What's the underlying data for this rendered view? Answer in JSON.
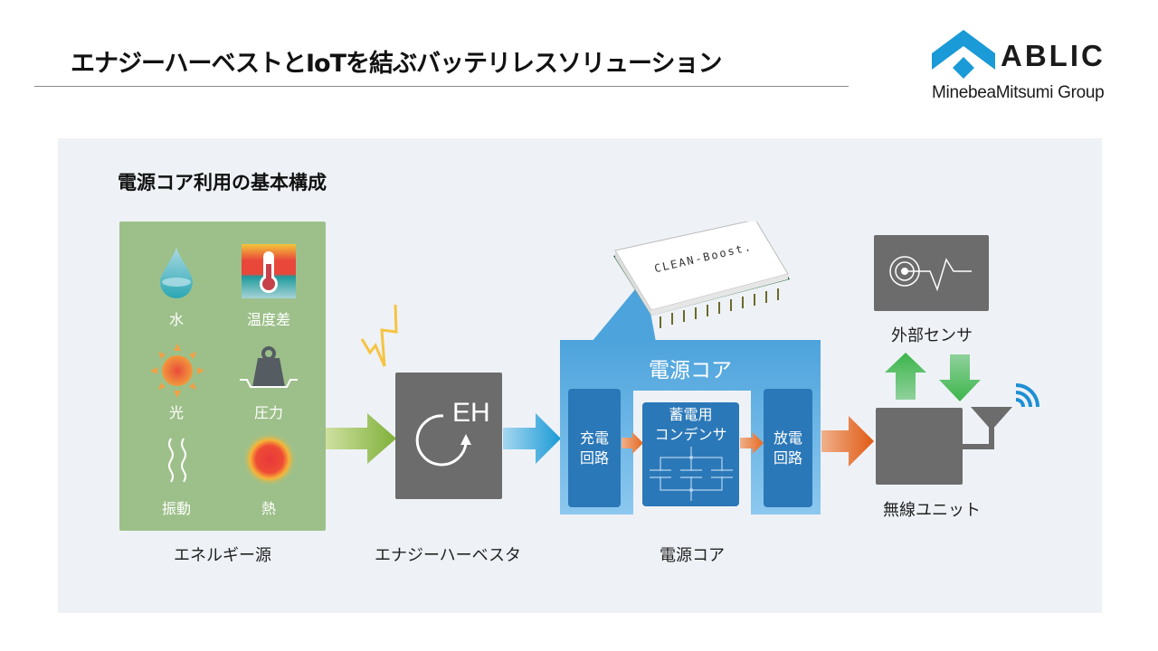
{
  "header": {
    "title": "エナジーハーベストとIoTを結ぶバッテリレスソリューション",
    "logo": {
      "brand": "ABLIC",
      "group": "MinebeaMitsumi Group",
      "brand_color": "#1a9ad6"
    }
  },
  "diagram": {
    "title": "電源コア利用の基本構成",
    "energy_sources": {
      "caption": "エネルギー源",
      "items": [
        {
          "label": "水",
          "icon": "water-drop-icon"
        },
        {
          "label": "温度差",
          "icon": "thermometer-icon"
        },
        {
          "label": "光",
          "icon": "sun-icon"
        },
        {
          "label": "圧力",
          "icon": "weight-icon"
        },
        {
          "label": "振動",
          "icon": "vibration-icon"
        },
        {
          "label": "熱",
          "icon": "heat-icon"
        }
      ]
    },
    "harvester": {
      "caption": "エナジーハーベスタ",
      "icon_text": "EH"
    },
    "power_core": {
      "caption": "電源コア",
      "title": "電源コア",
      "product_label": "CLEAN-Boost.",
      "blocks": {
        "charge": [
          "充電",
          "回路"
        ],
        "capacitor": [
          "蓄電用",
          "コンデンサ"
        ],
        "discharge": [
          "放電",
          "回路"
        ]
      }
    },
    "sensor": {
      "caption": "外部センサ"
    },
    "wireless": {
      "caption": "無線ユニット"
    }
  },
  "colors": {
    "panel_bg": "#eef2f6",
    "source_box": "#9dc08a",
    "device_gray": "#6b6c6b",
    "core_blue": "#4da3dc",
    "block_blue": "#2b78b8",
    "arrow_green": "#7fb03a",
    "arrow_blue": "#1a9ad6",
    "arrow_orange": "#e46a24",
    "signal_green": "#3cb54a"
  }
}
